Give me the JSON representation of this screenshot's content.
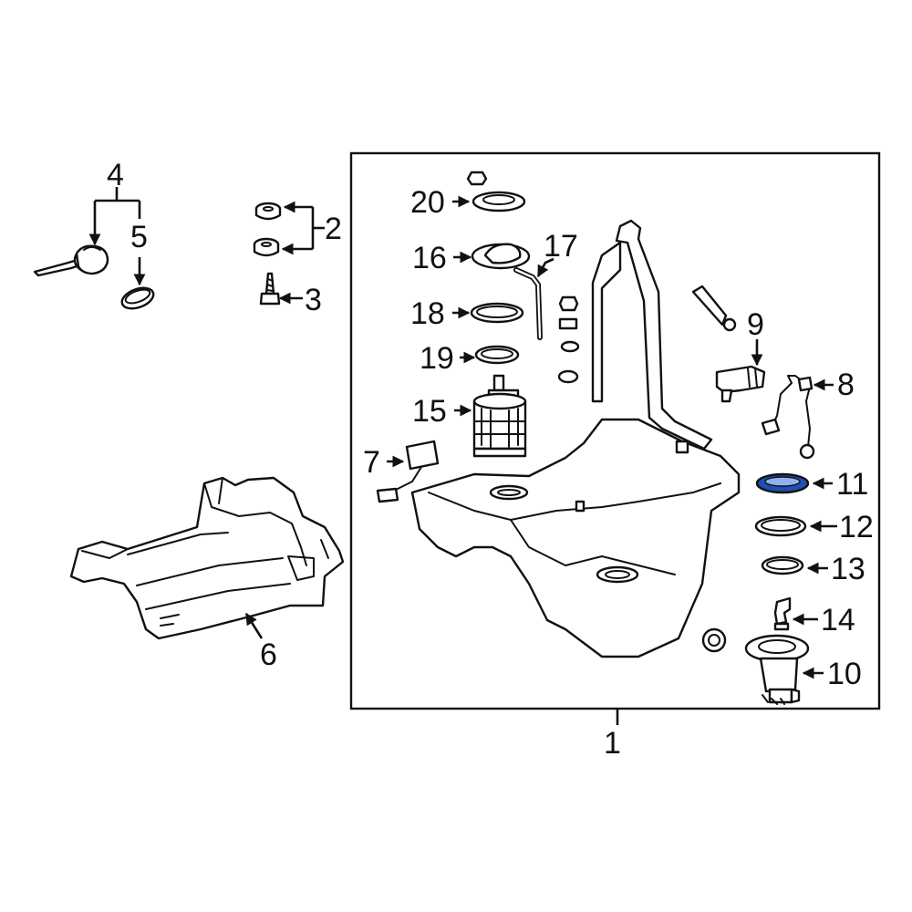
{
  "callouts": {
    "c1": "1",
    "c2": "2",
    "c3": "3",
    "c4": "4",
    "c5": "5",
    "c6": "6",
    "c7": "7",
    "c8": "8",
    "c9": "9",
    "c10": "10",
    "c11": "11",
    "c12": "12",
    "c13": "13",
    "c14": "14",
    "c15": "15",
    "c16": "16",
    "c17": "17",
    "c18": "18",
    "c19": "19",
    "c20": "20"
  },
  "colors": {
    "line": "#111111",
    "background": "#ffffff",
    "highlight_fill": "#1f4fb3",
    "highlight_inner": "#8fb2ee"
  },
  "highlighted_part": "11"
}
